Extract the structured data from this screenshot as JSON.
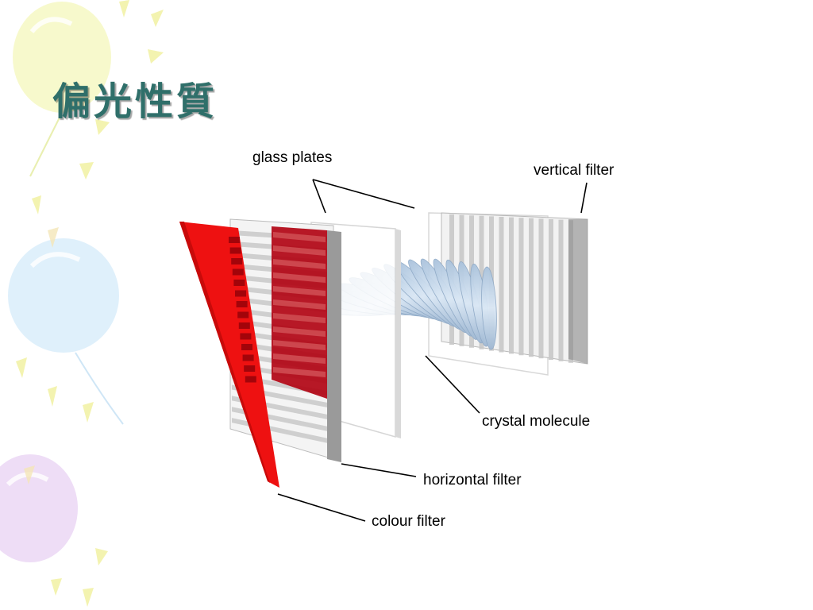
{
  "slide": {
    "title": "偏光性質"
  },
  "diagram": {
    "labels": {
      "glass_plates": "glass plates",
      "vertical_filter": "vertical filter",
      "crystal_molecule": "crystal molecule",
      "horizontal_filter": "horizontal filter",
      "colour_filter": "colour filter"
    }
  },
  "colors": {
    "title": "#2f6f6a",
    "colour_filter": "#ee1111",
    "dark_red": "#b00010",
    "molecule": "#b8cfe6"
  }
}
